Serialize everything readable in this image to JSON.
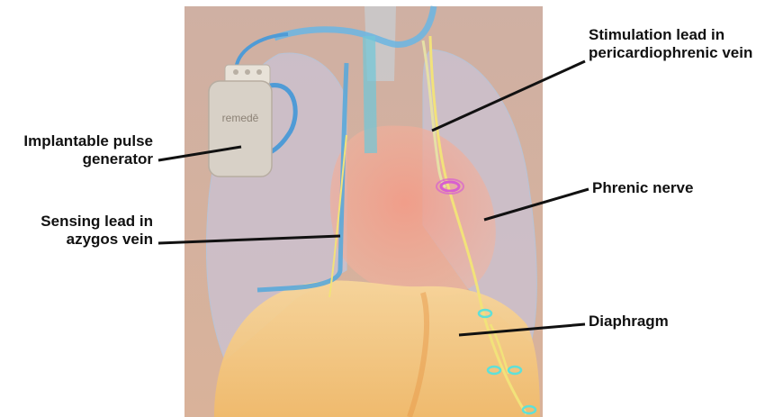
{
  "labels": {
    "ipg": "Implantable pulse\ngenerator",
    "sensing_lead": "Sensing lead in\nazygos vein",
    "stimulation_lead": "Stimulation lead in\npericardiophrenic vein",
    "phrenic_nerve": "Phrenic nerve",
    "diaphragm": "Diaphragm"
  },
  "device": {
    "brand_text": "remedē"
  },
  "colors": {
    "background_panel": "#d9b7a6",
    "lung": "#c9c2d6",
    "vein": "#6fb6e0",
    "heart": "#f3a08e",
    "diaphragm": "#f6cc86",
    "nerve": "#f2e27a",
    "electrode_pink": "#d75fd0",
    "electrode_cyan": "#5fe0d8",
    "device_body": "#d7d0c6",
    "leader_line": "#111111"
  }
}
